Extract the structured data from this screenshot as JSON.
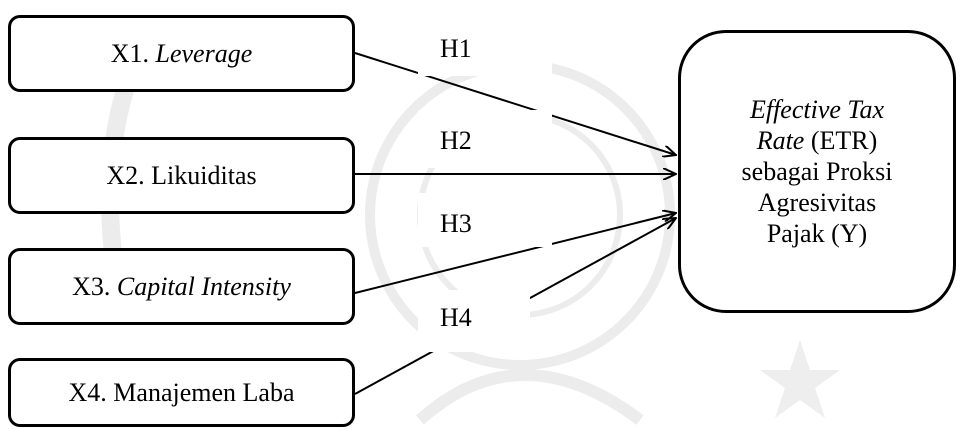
{
  "diagram": {
    "independent_variables": [
      {
        "prefix": "X1. ",
        "name": "Leverage",
        "name_italic": true
      },
      {
        "prefix": "X2. ",
        "name": "Likuiditas",
        "name_italic": false
      },
      {
        "prefix": "X3. ",
        "name": "Capital Intensity",
        "name_italic": true
      },
      {
        "prefix": "X4. ",
        "name": "Manajemen Laba",
        "name_italic": false
      }
    ],
    "dependent_variable": {
      "line1": "Effective Tax",
      "line2_italic": "Rate",
      "line2_rest": " (ETR)",
      "line3": "sebagai Proksi",
      "line4": "Agresivitas",
      "line5": "Pajak (Y)"
    },
    "hypotheses": [
      "H1",
      "H2",
      "H3",
      "H4"
    ]
  }
}
